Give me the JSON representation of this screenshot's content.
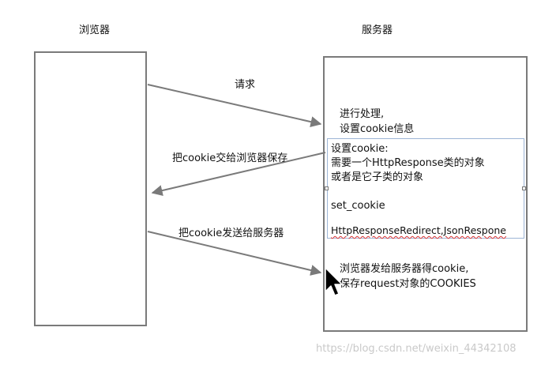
{
  "labels": {
    "browser": "浏览器",
    "server": "服务器"
  },
  "arrows": {
    "request": "请求",
    "give_cookie": "把cookie交给浏览器保存",
    "send_cookie": "把cookie发送给服务器"
  },
  "server_notes": {
    "process_line1": "进行处理,",
    "process_line2": "设置cookie信息",
    "receive_line1": "浏览器发给服务器得cookie,",
    "receive_line2": "保存request对象的COOKIES"
  },
  "selected_textbox": {
    "line1": "设置cookie:",
    "line2": "需要一个HttpResponse类的对象",
    "line3": "或者是它子类的对象",
    "line4": "set_cookie",
    "line5": "HttpResponseRedirect,JsonRespone"
  },
  "watermark": "https://blog.csdn.net/weixin_44342108"
}
